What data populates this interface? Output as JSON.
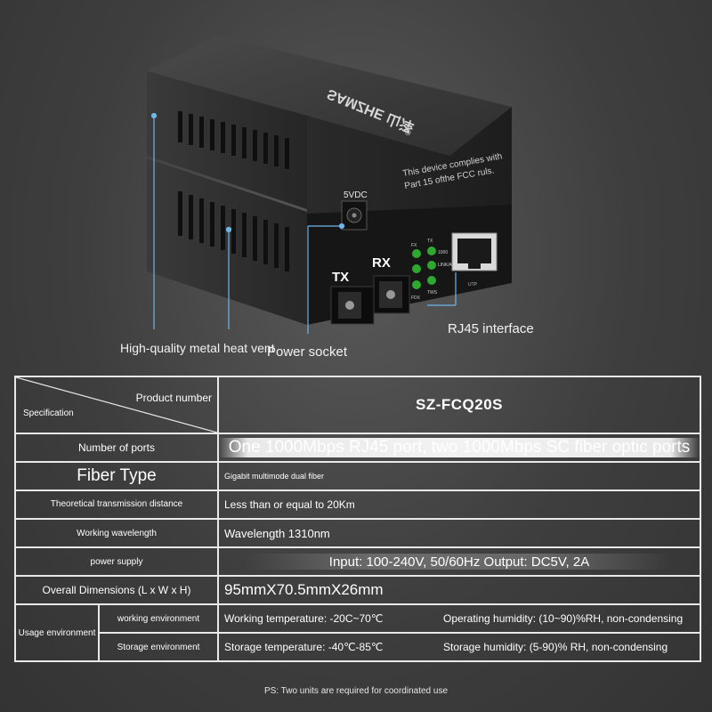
{
  "device": {
    "brand_logo": "SAMZHE 山泽",
    "registered": "®",
    "fcc_text": [
      "This device complies with",
      "Part 15 ofthe FCC ruls."
    ],
    "power_label": "5VDC",
    "tx_label": "TX",
    "rx_label": "RX",
    "led_labels": [
      "FX",
      "TX",
      "1000",
      "LINK/ACT",
      "FDX",
      "TWS"
    ],
    "port_label": "UTP"
  },
  "annotations": {
    "heat_vent": "High-quality metal heat vent",
    "power_socket": "Power socket",
    "rj45": "RJ45 interface"
  },
  "table": {
    "header": {
      "product_number_label": "Product number",
      "specification_label": "Specification",
      "model": "SZ-FCQ20S"
    },
    "ports": {
      "label": "Number of ports",
      "value": "One 1000Mbps RJ45 port, two 1000Mbps SC fiber optic ports"
    },
    "fiber_type": {
      "label": "Fiber Type",
      "value": "Gigabit multimode dual fiber"
    },
    "distance": {
      "label": "Theoretical transmission distance",
      "value": "Less than or equal to 20Km"
    },
    "wavelength": {
      "label": "Working wavelength",
      "value": "Wavelength 1310nm"
    },
    "power": {
      "label": "power supply",
      "value": "Input: 100-240V, 50/60Hz Output: DC5V, 2A"
    },
    "dimensions": {
      "label": "Overall Dimensions (L x W x H)",
      "value": "95mmX70.5mmX26mm"
    },
    "usage": {
      "label": "Usage environment",
      "working": {
        "label": "working environment",
        "temperature": "Working temperature: -20C~70℃",
        "humidity": "Operating humidity: (10~90)%RH, non-condensing"
      },
      "storage": {
        "label": "Storage environment",
        "temperature": "Storage temperature: -40℃-85℃",
        "humidity": "Storage humidity: (5-90)% RH, non-condensing"
      }
    }
  },
  "note": "PS: Two units are required for coordinated use"
}
